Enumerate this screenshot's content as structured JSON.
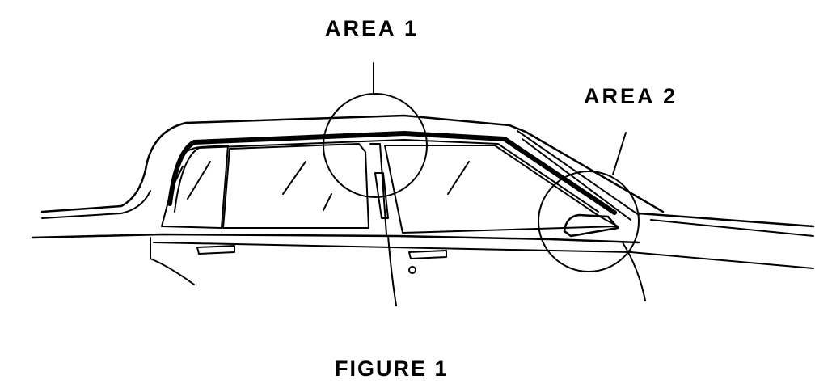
{
  "labels": {
    "area1": "AREA 1",
    "area2": "AREA 2",
    "caption": "FIGURE 1"
  },
  "colors": {
    "ink": "#000000",
    "paper": "#ffffff"
  }
}
